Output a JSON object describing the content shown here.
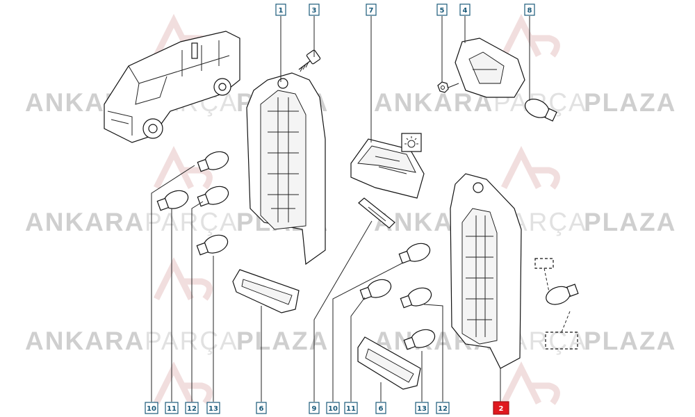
{
  "watermark": {
    "part1": "ANKARA",
    "part2": "PARÇA",
    "part3": "PLAZA"
  },
  "refs": {
    "top": [
      "1",
      "3",
      "7",
      "5",
      "4",
      "8"
    ],
    "bottom": [
      "10",
      "11",
      "12",
      "13",
      "6",
      "9",
      "10",
      "11",
      "6",
      "13",
      "12",
      "2"
    ],
    "highlighted": "2",
    "highlight_color": "#e0191f"
  }
}
